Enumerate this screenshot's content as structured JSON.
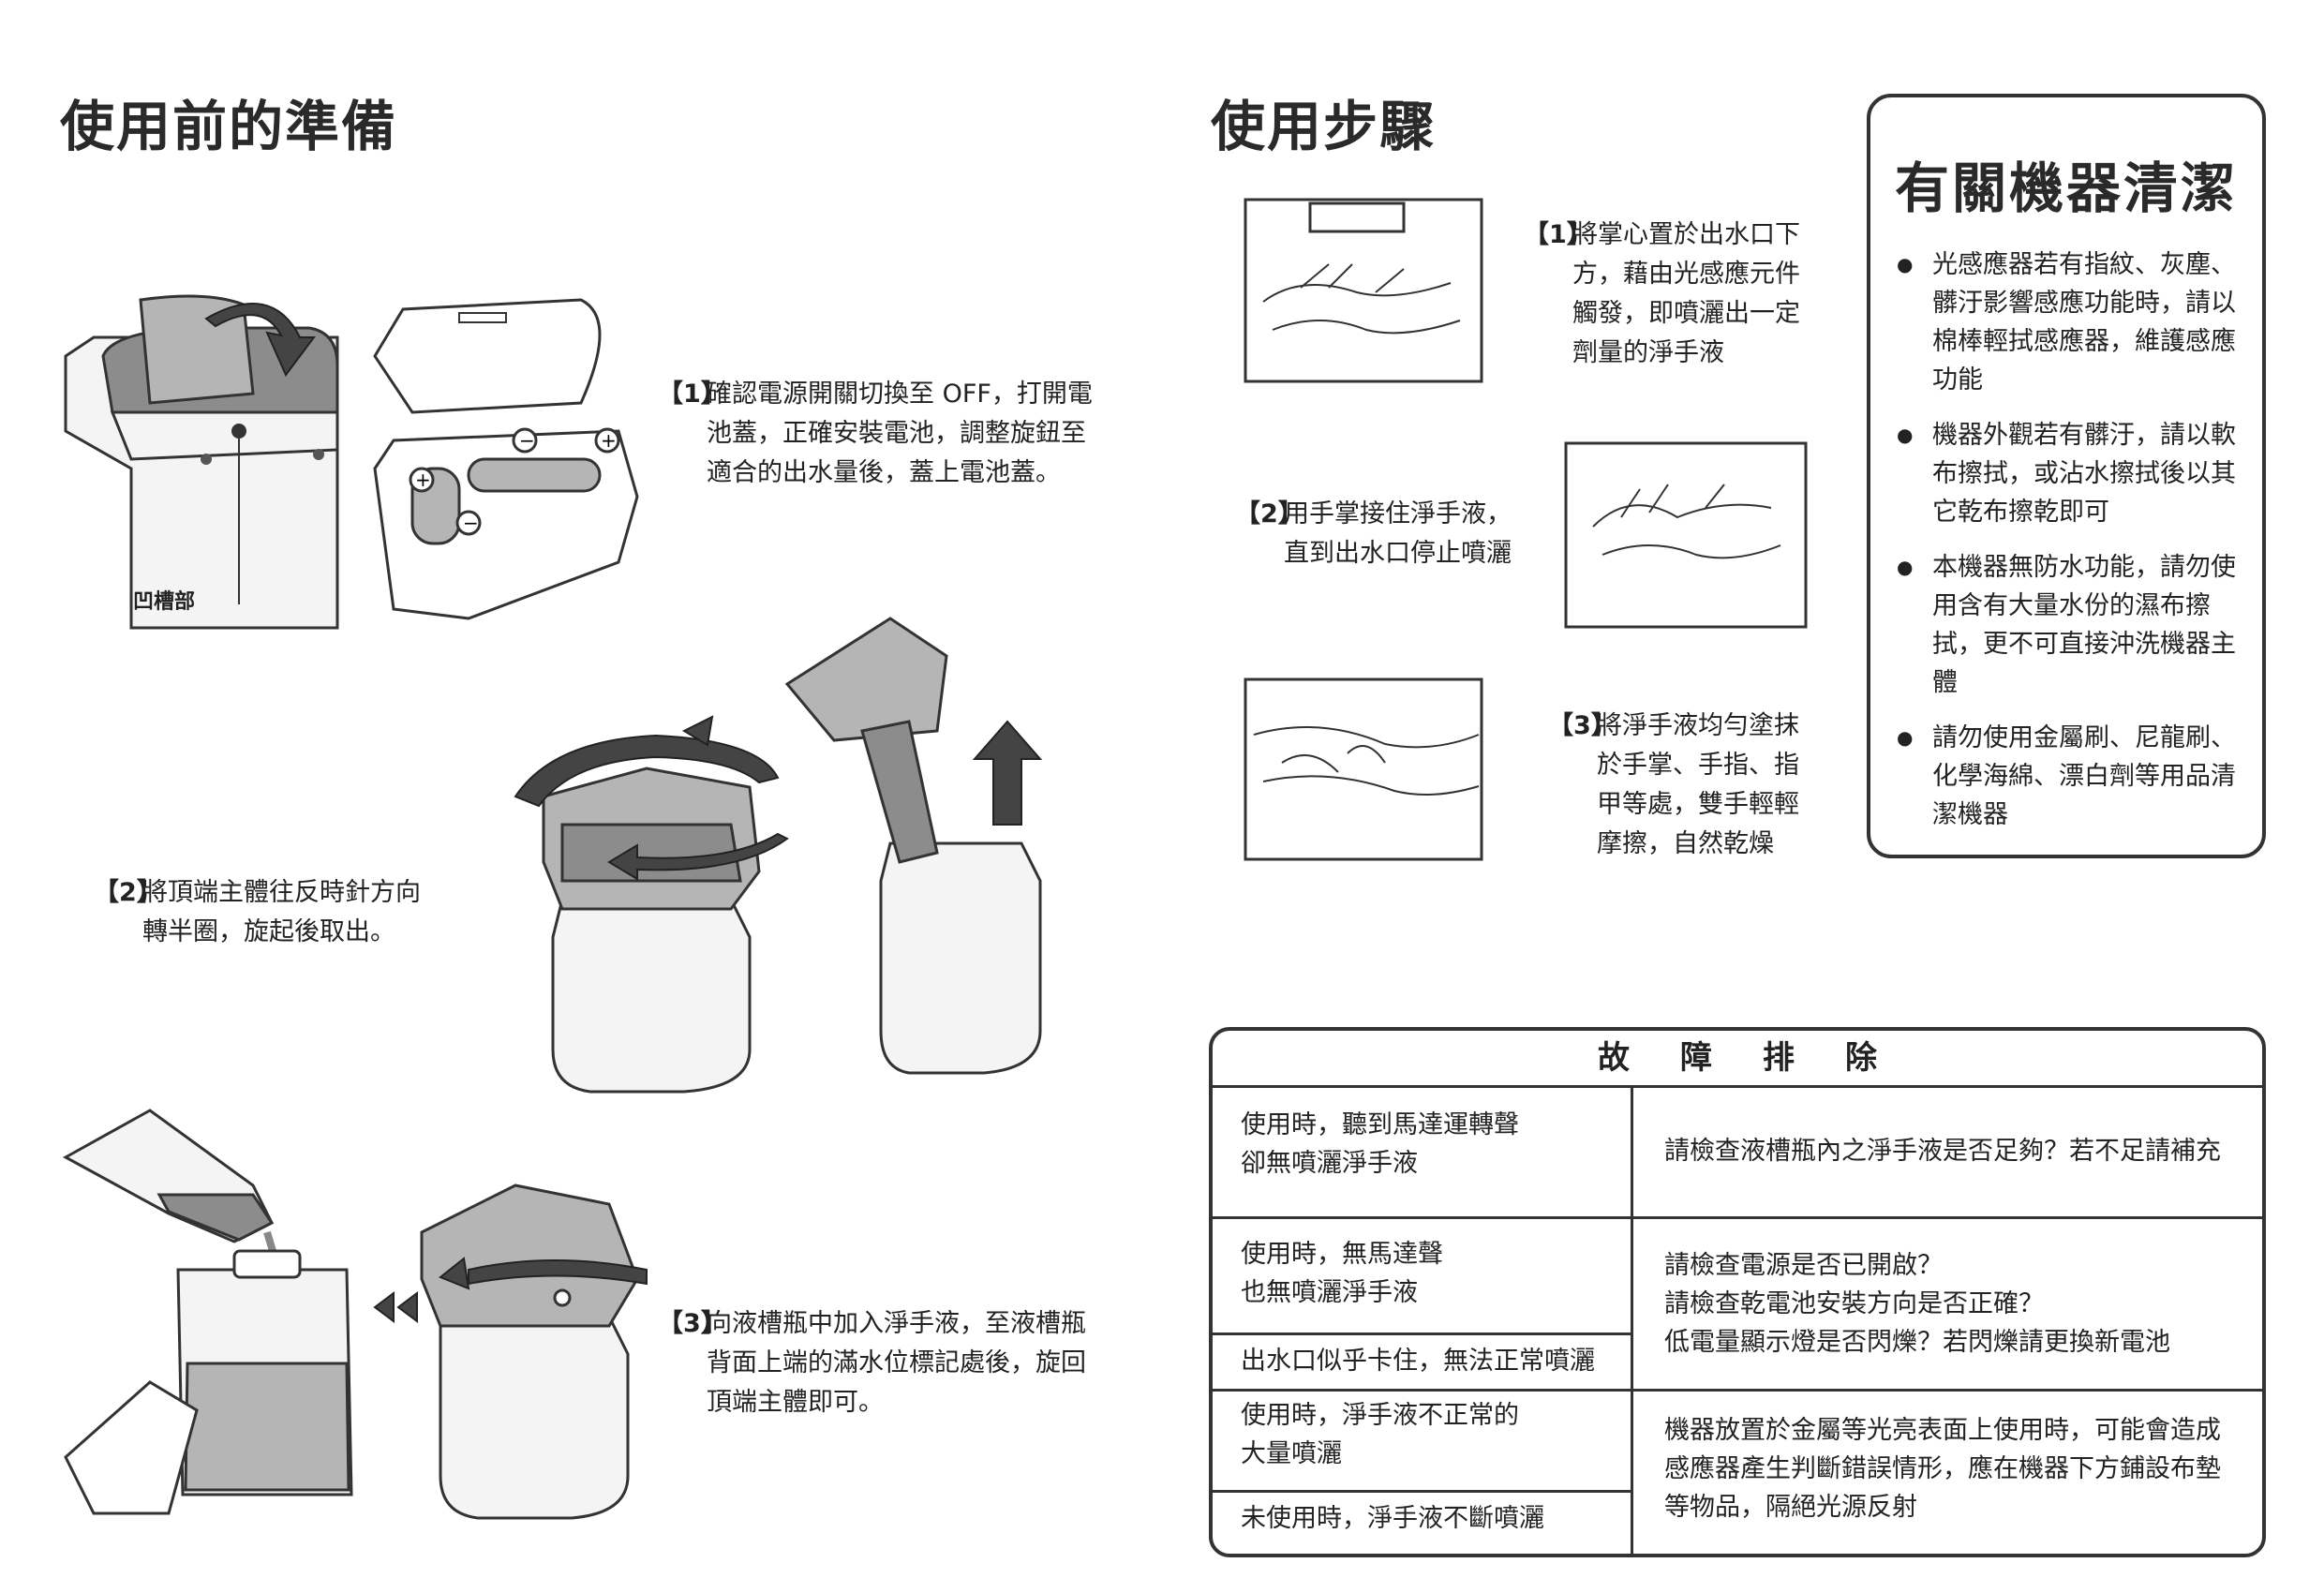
{
  "prep": {
    "title": "使用前的準備",
    "step1_num": "【1】",
    "step1_text": "確認電源開關切換至 OFF，打開電\n池蓋，正確安裝電池，調整旋鈕至\n適合的出水量後，蓋上電池蓋。",
    "groove_label": "凹槽部",
    "step2_num": "【2】",
    "step2_text": "將頂端主體往反時針方向\n轉半圈，旋起後取出。",
    "step3_num": "【3】",
    "step3_text": "向液槽瓶中加入淨手液，至液槽瓶\n背面上端的滿水位標記處後，旋回\n頂端主體即可。"
  },
  "usage": {
    "title": "使用步驟",
    "step1_num": "【1】",
    "step1_text": "將掌心置於出水口下\n方，藉由光感應元件\n觸發，即噴灑出一定\n劑量的淨手液",
    "step2_num": "【2】",
    "step2_text": "用手掌接住淨手液，\n直到出水口停止噴灑",
    "step3_num": "【3】",
    "step3_text": "將淨手液均勻塗抹\n於手掌、手指、指\n甲等處，雙手輕輕\n摩擦，自然乾燥"
  },
  "cleaning": {
    "title": "有關機器清潔",
    "items": [
      "光感應器若有指紋、灰塵、髒汙影響感應功能時，請以棉棒輕拭感應器，維護感應功能",
      "機器外觀若有髒汙，請以軟布擦拭，或沾水擦拭後以其它乾布擦乾即可",
      "本機器無防水功能，請勿使用含有大量水份的濕布擦拭，更不可直接沖洗機器主體",
      "請勿使用金屬刷、尼龍刷、化學海綿、漂白劑等用品清潔機器"
    ]
  },
  "trouble": {
    "title": "故障排除",
    "rows": [
      {
        "symptom": "使用時，聽到馬達運轉聲\n卻無噴灑淨手液",
        "solution": "請檢查液槽瓶內之淨手液是否足夠？若不足請補充"
      },
      {
        "symptom": "使用時，無馬達聲\n也無噴灑淨手液",
        "solution": "請檢查電源是否已開啟？\n請檢查乾電池安裝方向是否正確？\n低電量顯示燈是否閃爍？若閃爍請更換新電池"
      },
      {
        "symptom": "出水口似乎卡住，無法正常噴灑",
        "solution": ""
      },
      {
        "symptom": "使用時，淨手液不正常的\n大量噴灑",
        "solution": "機器放置於金屬等光亮表面上使用時，可能會造成\n感應器產生判斷錯誤情形，應在機器下方鋪設布墊\n等物品，隔絕光源反射"
      },
      {
        "symptom": "未使用時，淨手液不斷噴灑",
        "solution": ""
      }
    ]
  }
}
